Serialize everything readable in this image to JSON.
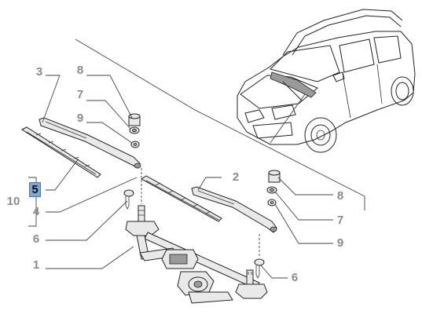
{
  "callouts": {
    "c3": "3",
    "c8_top": "8",
    "c7_top": "7",
    "c9_top": "9",
    "c5": "5",
    "c10": "10",
    "c4": "4",
    "c6_left": "6",
    "c1": "1",
    "c2": "2",
    "c8_right": "8",
    "c7_right": "7",
    "c9_right": "9",
    "c6_bottom": "6"
  },
  "colors": {
    "callout_text": "#8a8a8a",
    "highlight_fill": "#7fa7d6",
    "line": "#222222"
  }
}
